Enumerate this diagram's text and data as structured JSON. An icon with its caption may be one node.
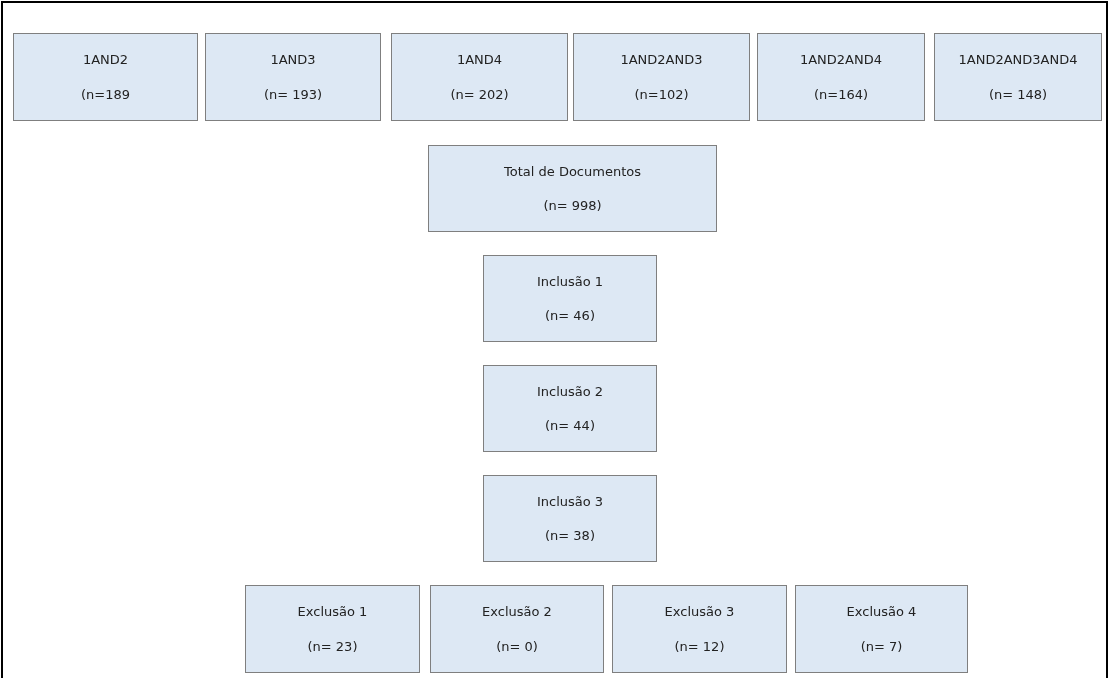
{
  "diagram": {
    "nodes": [
      {
        "text": [
          "1AND2",
          "(n=189"
        ]
      },
      {
        "text": [
          "1AND3",
          "(n= 193)"
        ]
      },
      {
        "text": [
          "1AND4",
          "(n= 202)"
        ]
      },
      {
        "text": [
          "1AND2AND3",
          "(n=102)"
        ]
      },
      {
        "text": [
          "1AND2AND4",
          "(n=164)"
        ]
      },
      {
        "text": [
          "1AND2AND3AND4",
          "(n= 148)"
        ]
      },
      {
        "text": [
          "Total de Documentos",
          "(n= 998)"
        ]
      },
      {
        "text": [
          "Inclusão 1",
          "(n= 46)"
        ]
      },
      {
        "text": [
          "Inclusão 2",
          "(n= 44)"
        ]
      },
      {
        "text": [
          "Inclusão 3",
          "(n= 38)"
        ]
      },
      {
        "text": [
          "Exclusão 1",
          "(n= 23)"
        ]
      },
      {
        "text": [
          "Exclusão 2",
          "(n= 0)"
        ]
      },
      {
        "text": [
          "Exclusão 3",
          "(n= 12)"
        ]
      },
      {
        "text": [
          "Exclusão 4",
          "(n= 7)"
        ]
      }
    ]
  }
}
